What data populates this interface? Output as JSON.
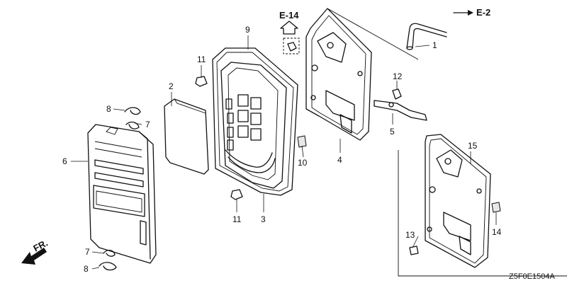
{
  "diagram": {
    "code": "Z5F0E1504A",
    "front_label": "FR.",
    "refs": {
      "up": "E-14",
      "right": "E-2"
    },
    "callouts": {
      "p1": "1",
      "p2": "2",
      "p3": "3",
      "p4": "4",
      "p5": "5",
      "p6": "6",
      "p7a": "7",
      "p7b": "7",
      "p8a": "8",
      "p8b": "8",
      "p9": "9",
      "p10": "10",
      "p11a": "11",
      "p11b": "11",
      "p12": "12",
      "p13": "13",
      "p14": "14",
      "p15": "15"
    }
  }
}
